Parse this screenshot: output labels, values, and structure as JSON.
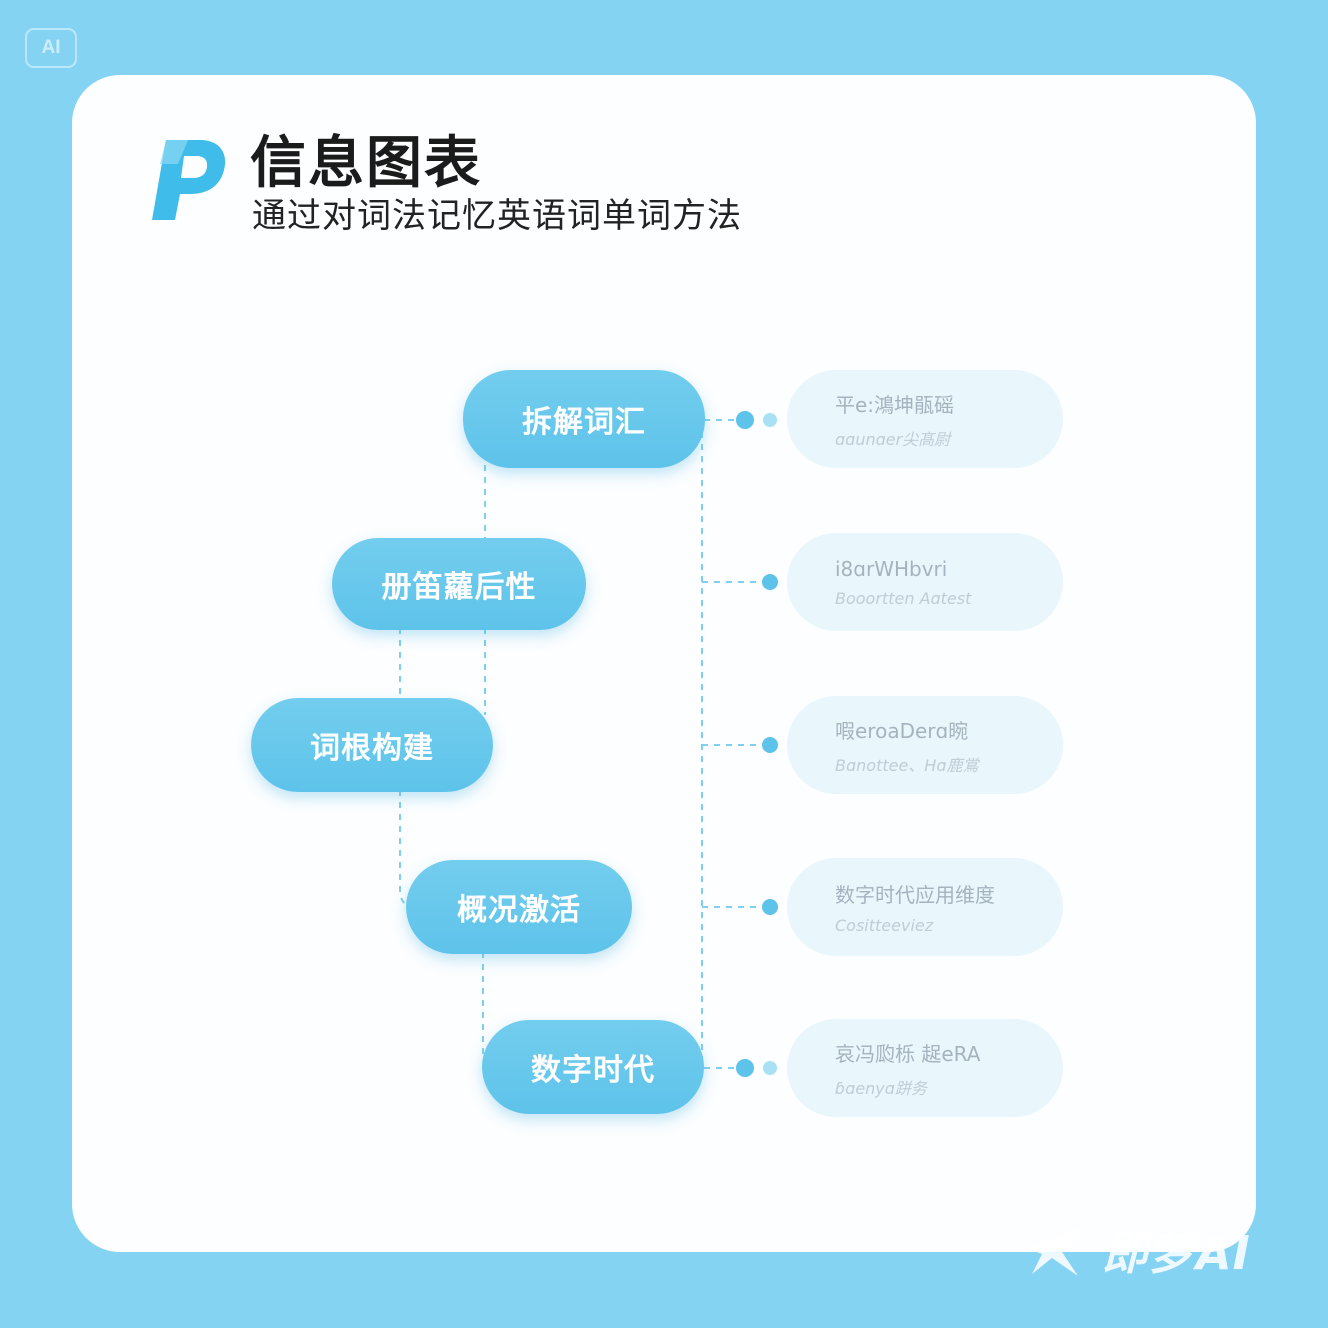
{
  "badge": "AI",
  "header": {
    "logo_letter": "P",
    "title": "信息图表",
    "subtitle": "通过对词法记忆英语词单词方法"
  },
  "nodes": [
    {
      "label": "拆解词汇"
    },
    {
      "label": "册笛蘿后性"
    },
    {
      "label": "词根构建"
    },
    {
      "label": "概况激活"
    },
    {
      "label": "数字时代"
    }
  ],
  "pills": [
    {
      "line1": "平e:鴻坤瓹磘",
      "line2": "ɑɑunɑer尖髙尉"
    },
    {
      "line1": "i8ɑrWHbvri",
      "line2": "Booortten   Aɑtest"
    },
    {
      "line1": "㗇eroaDerɑ晼",
      "line2": "Bɑnottee、Hɑ鹿鴬"
    },
    {
      "line1": "数字时代应用维度",
      "line2": "Cositteeviez"
    },
    {
      "line1": "哀冯瓝栎 趗eRA",
      "line2": "ɓɑenyɑ跰务"
    }
  ],
  "watermark": "即梦AI",
  "colors": {
    "background": "#84d3f3",
    "node": "#5ec3ea",
    "pill": "#e9f6fc",
    "connector": "#5ec3ea"
  }
}
